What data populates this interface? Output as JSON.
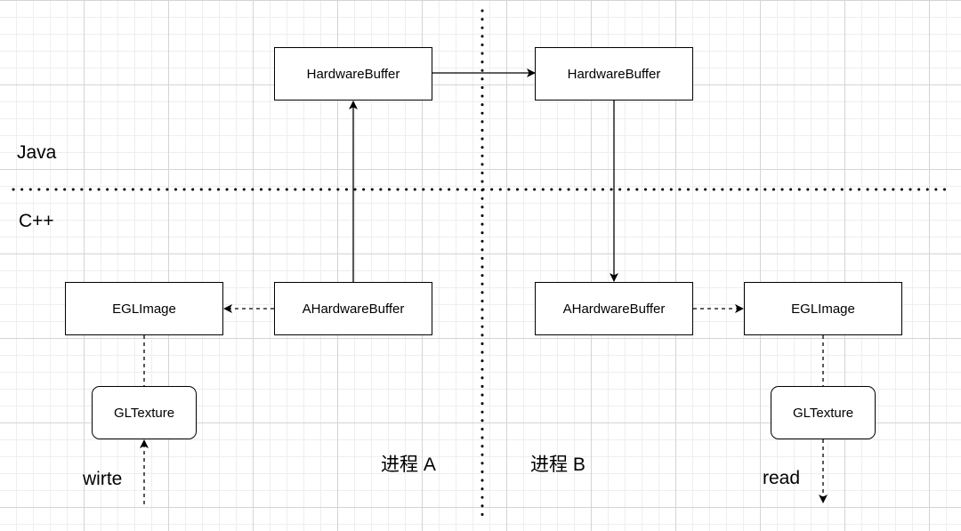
{
  "layers": {
    "java": "Java",
    "cpp": "C++"
  },
  "process_a": {
    "label": "进程 A",
    "hardware_buffer": "HardwareBuffer",
    "a_hardware_buffer": "AHardwareBuffer",
    "egl_image": "EGLImage",
    "gl_texture": "GLTexture",
    "io_label": "wirte"
  },
  "process_b": {
    "label": "进程 B",
    "hardware_buffer": "HardwareBuffer",
    "a_hardware_buffer": "AHardwareBuffer",
    "egl_image": "EGLImage",
    "gl_texture": "GLTexture",
    "io_label": "read"
  }
}
